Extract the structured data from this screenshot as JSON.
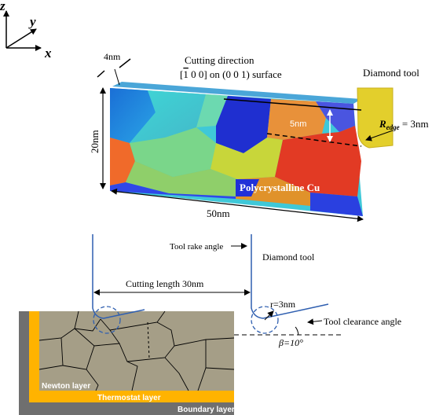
{
  "axes": {
    "z": "z",
    "y": "y",
    "x": "x"
  },
  "top_panel": {
    "cutting_direction_line1": "Cutting direction",
    "cutting_direction_line2_pre": "[",
    "cutting_direction_line2_bar": "1",
    "cutting_direction_line2_post": " 0 0] on (0 0 1) surface",
    "thickness_label": "4nm",
    "height_label": "20nm",
    "length_label": "50nm",
    "depth_label": "5nm",
    "workpiece_label": "Polycrystalline Cu",
    "tool_label": "Diamond tool",
    "edge_radius_symbol": "R",
    "edge_radius_sub": "edge",
    "edge_radius_value": " = 3nm"
  },
  "bottom_panel": {
    "tool_rake_angle_label": "Tool rake angle",
    "diamond_tool_label": "Diamond tool",
    "cutting_length_label": "Cutting length 30nm",
    "radius_label": "r=3nm",
    "clearance_angle_label": "Tool clearance angle",
    "beta_label": "β=10°",
    "newton_layer_label": "Newton layer",
    "thermostat_layer_label": "Thermostat layer",
    "boundary_layer_label": "Boundary layer"
  },
  "colors": {
    "substrate": "#a59e87",
    "thermostat": "#ffb300",
    "boundary": "#6f6f6f",
    "tool_yellow": "#e8d230",
    "line_blue": "#2f5fb0"
  }
}
